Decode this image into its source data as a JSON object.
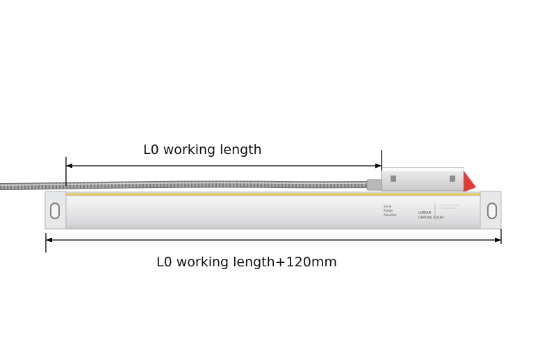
{
  "labels": {
    "working_length": "L0 working length",
    "total_length": "L0 working length+120mm"
  },
  "scale_text": {
    "brand": "LINEAR",
    "product": "GRATING RULER",
    "line1": "Serial:",
    "line2": "Range:",
    "line3": "Accuracy:"
  },
  "colors": {
    "body": "#e9eaec",
    "yellow_strip": "#e6d04a",
    "red_end": "#e23c32",
    "cable": "#9a9a9a",
    "text": "#111111"
  }
}
